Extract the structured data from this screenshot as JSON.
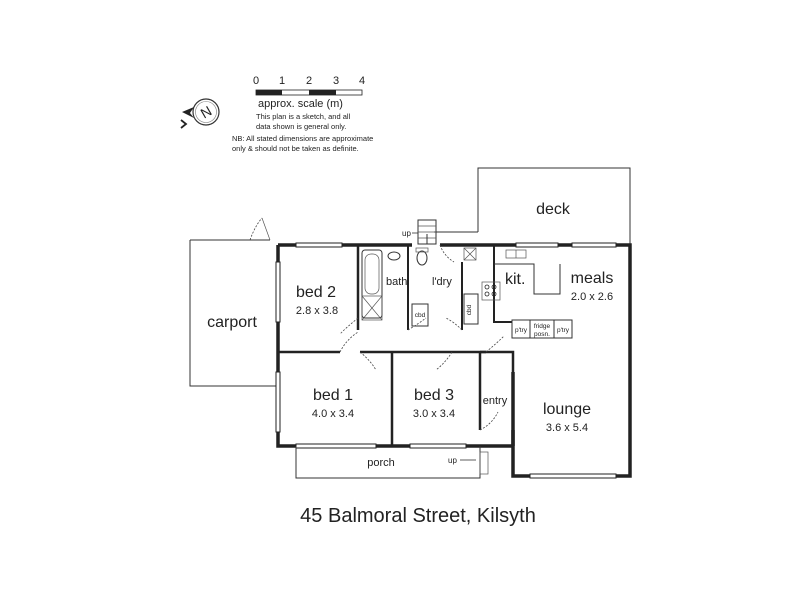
{
  "scale": {
    "ticks": [
      "0",
      "1",
      "2",
      "3",
      "4"
    ],
    "label": "approx. scale (m)",
    "notes": [
      "This plan is a sketch, and all",
      "data shown is general only.",
      "NB: All stated dimensions are approximate",
      "only & should not be taken as definite."
    ]
  },
  "compass": {
    "letter": "N",
    "icon": "north-arrow-icon"
  },
  "rooms": {
    "deck": {
      "name": "deck"
    },
    "carport": {
      "name": "carport"
    },
    "bed2": {
      "name": "bed 2",
      "dims": "2.8 x 3.8"
    },
    "bath": {
      "name": "bath"
    },
    "laundry": {
      "name": "l'dry"
    },
    "kitchen": {
      "name": "kit."
    },
    "meals": {
      "name": "meals",
      "dims": "2.0 x 2.6"
    },
    "bed1": {
      "name": "bed 1",
      "dims": "4.0 x 3.4"
    },
    "bed3": {
      "name": "bed 3",
      "dims": "3.0 x 3.4"
    },
    "entry": {
      "name": "entry"
    },
    "lounge": {
      "name": "lounge",
      "dims": "3.6 x 5.4"
    },
    "porch": {
      "name": "porch"
    }
  },
  "small_labels": {
    "cbd1": "cbd",
    "cbd2": "cbd",
    "ptry1": "p'try",
    "fridge1": "fridge",
    "fridge2": "posn.",
    "ptry2": "p'try",
    "up_top": "up",
    "up_porch": "up"
  },
  "address": "45 Balmoral Street, Kilsyth"
}
